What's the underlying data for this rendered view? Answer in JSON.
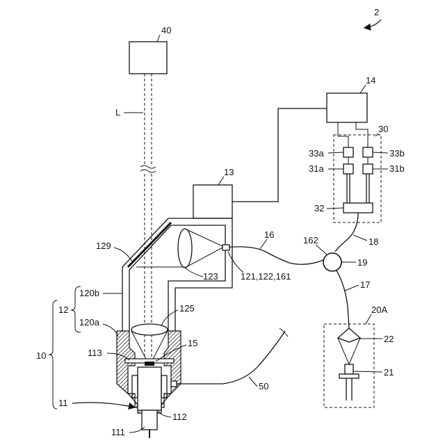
{
  "figure_number": "2",
  "labels": {
    "l40": "40",
    "lL": "L",
    "l14": "14",
    "l30": "30",
    "l33a": "33a",
    "l33b": "33b",
    "l31a": "31a",
    "l31b": "31b",
    "l32": "32",
    "l13": "13",
    "l16": "16",
    "l162": "162",
    "l18": "18",
    "l19": "19",
    "l129": "129",
    "l123": "123",
    "l121": "121,122,161",
    "l17": "17",
    "l120b": "120b",
    "l12": "12",
    "l125": "125",
    "l20A": "20A",
    "l120a": "120a",
    "l22": "22",
    "l10": "10",
    "l113": "113",
    "l15": "15",
    "l21": "21",
    "l50": "50",
    "l11": "11",
    "l112": "112",
    "l111": "111"
  },
  "colors": {
    "line": "#111111",
    "background": "#ffffff"
  }
}
